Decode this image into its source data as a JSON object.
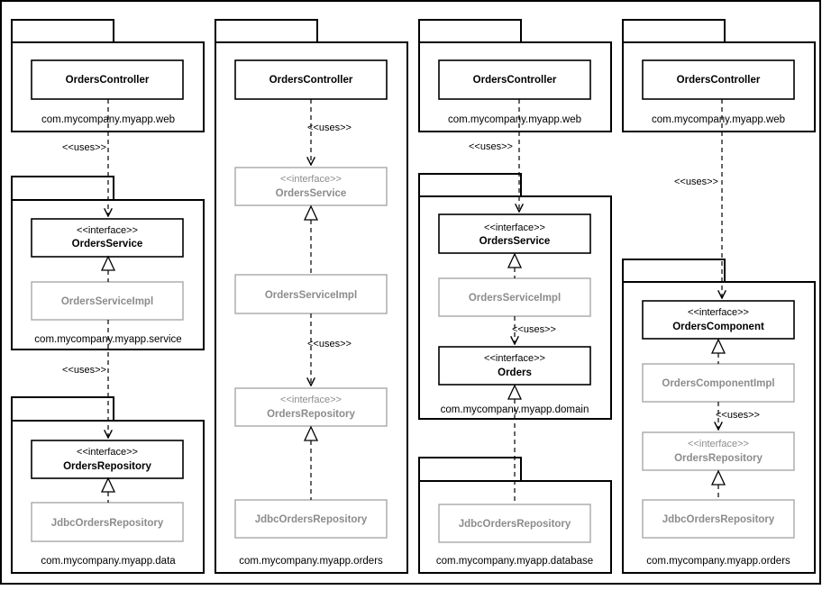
{
  "columns": [
    {
      "packages": [
        {
          "name": "com.mycompany.myapp.web"
        },
        {
          "name": "com.mycompany.myapp.service"
        },
        {
          "name": "com.mycompany.myapp.data"
        }
      ],
      "classes": [
        {
          "label": "OrdersController"
        },
        {
          "stereotype": "<<interface>>",
          "label": "OrdersService"
        },
        {
          "label": "OrdersServiceImpl"
        },
        {
          "stereotype": "<<interface>>",
          "label": "OrdersRepository"
        },
        {
          "label": "JdbcOrdersRepository"
        }
      ],
      "uses": [
        "<<uses>>",
        "<<uses>>"
      ]
    },
    {
      "packages": [
        {
          "name": "com.mycompany.myapp.orders"
        }
      ],
      "classes": [
        {
          "label": "OrdersController"
        },
        {
          "stereotype": "<<interface>>",
          "label": "OrdersService"
        },
        {
          "label": "OrdersServiceImpl"
        },
        {
          "stereotype": "<<interface>>",
          "label": "OrdersRepository"
        },
        {
          "label": "JdbcOrdersRepository"
        }
      ],
      "uses": [
        "<<uses>>",
        "<<uses>>"
      ]
    },
    {
      "packages": [
        {
          "name": "com.mycompany.myapp.web"
        },
        {
          "name": "com.mycompany.myapp.domain"
        },
        {
          "name": "com.mycompany.myapp.database"
        }
      ],
      "classes": [
        {
          "label": "OrdersController"
        },
        {
          "stereotype": "<<interface>>",
          "label": "OrdersService"
        },
        {
          "label": "OrdersServiceImpl"
        },
        {
          "stereotype": "<<interface>>",
          "label": "Orders"
        },
        {
          "label": "JdbcOrdersRepository"
        }
      ],
      "uses": [
        "<<uses>>",
        "<<uses>>"
      ]
    },
    {
      "packages": [
        {
          "name": "com.mycompany.myapp.web"
        },
        {
          "name": "com.mycompany.myapp.orders"
        }
      ],
      "classes": [
        {
          "label": "OrdersController"
        },
        {
          "stereotype": "<<interface>>",
          "label": "OrdersComponent"
        },
        {
          "label": "OrdersComponentImpl"
        },
        {
          "stereotype": "<<interface>>",
          "label": "OrdersRepository"
        },
        {
          "label": "JdbcOrdersRepository"
        }
      ],
      "uses": [
        "<<uses>>",
        "<<uses>>"
      ]
    }
  ]
}
